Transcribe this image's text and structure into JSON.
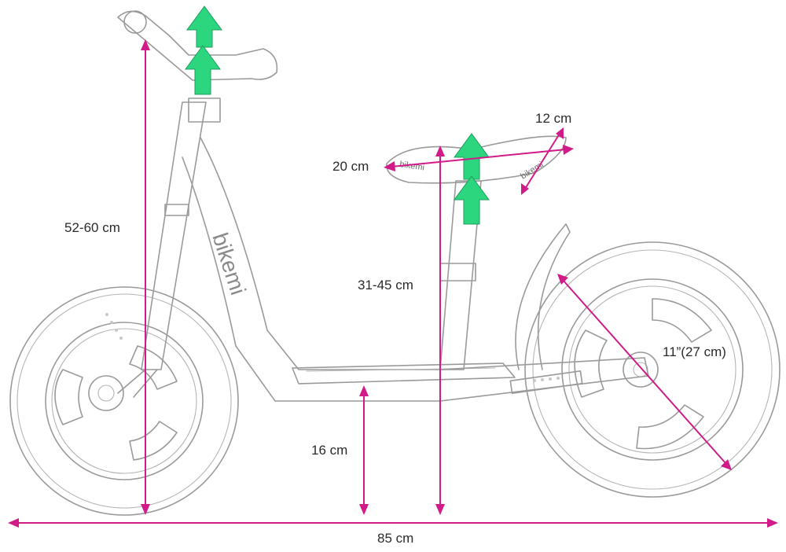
{
  "diagram": {
    "subject": "balance bike line drawing with dimensions",
    "brand_mark": "bikemi",
    "colors": {
      "dimension": "#d11b89",
      "adjust_arrow": "#2bd67e",
      "sketch": "#9a9a9a"
    },
    "dimensions": {
      "handlebar_height": "52-60 cm",
      "seat_height": "31-45 cm",
      "seat_length": "20 cm",
      "seat_width": "12 cm",
      "wheel_size": "11”(27 cm)",
      "footrest_height": "16 cm",
      "total_length": "85 cm"
    },
    "icons": [
      "handlebar-adjust-arrow-icon",
      "seat-adjust-arrow-icon"
    ]
  }
}
